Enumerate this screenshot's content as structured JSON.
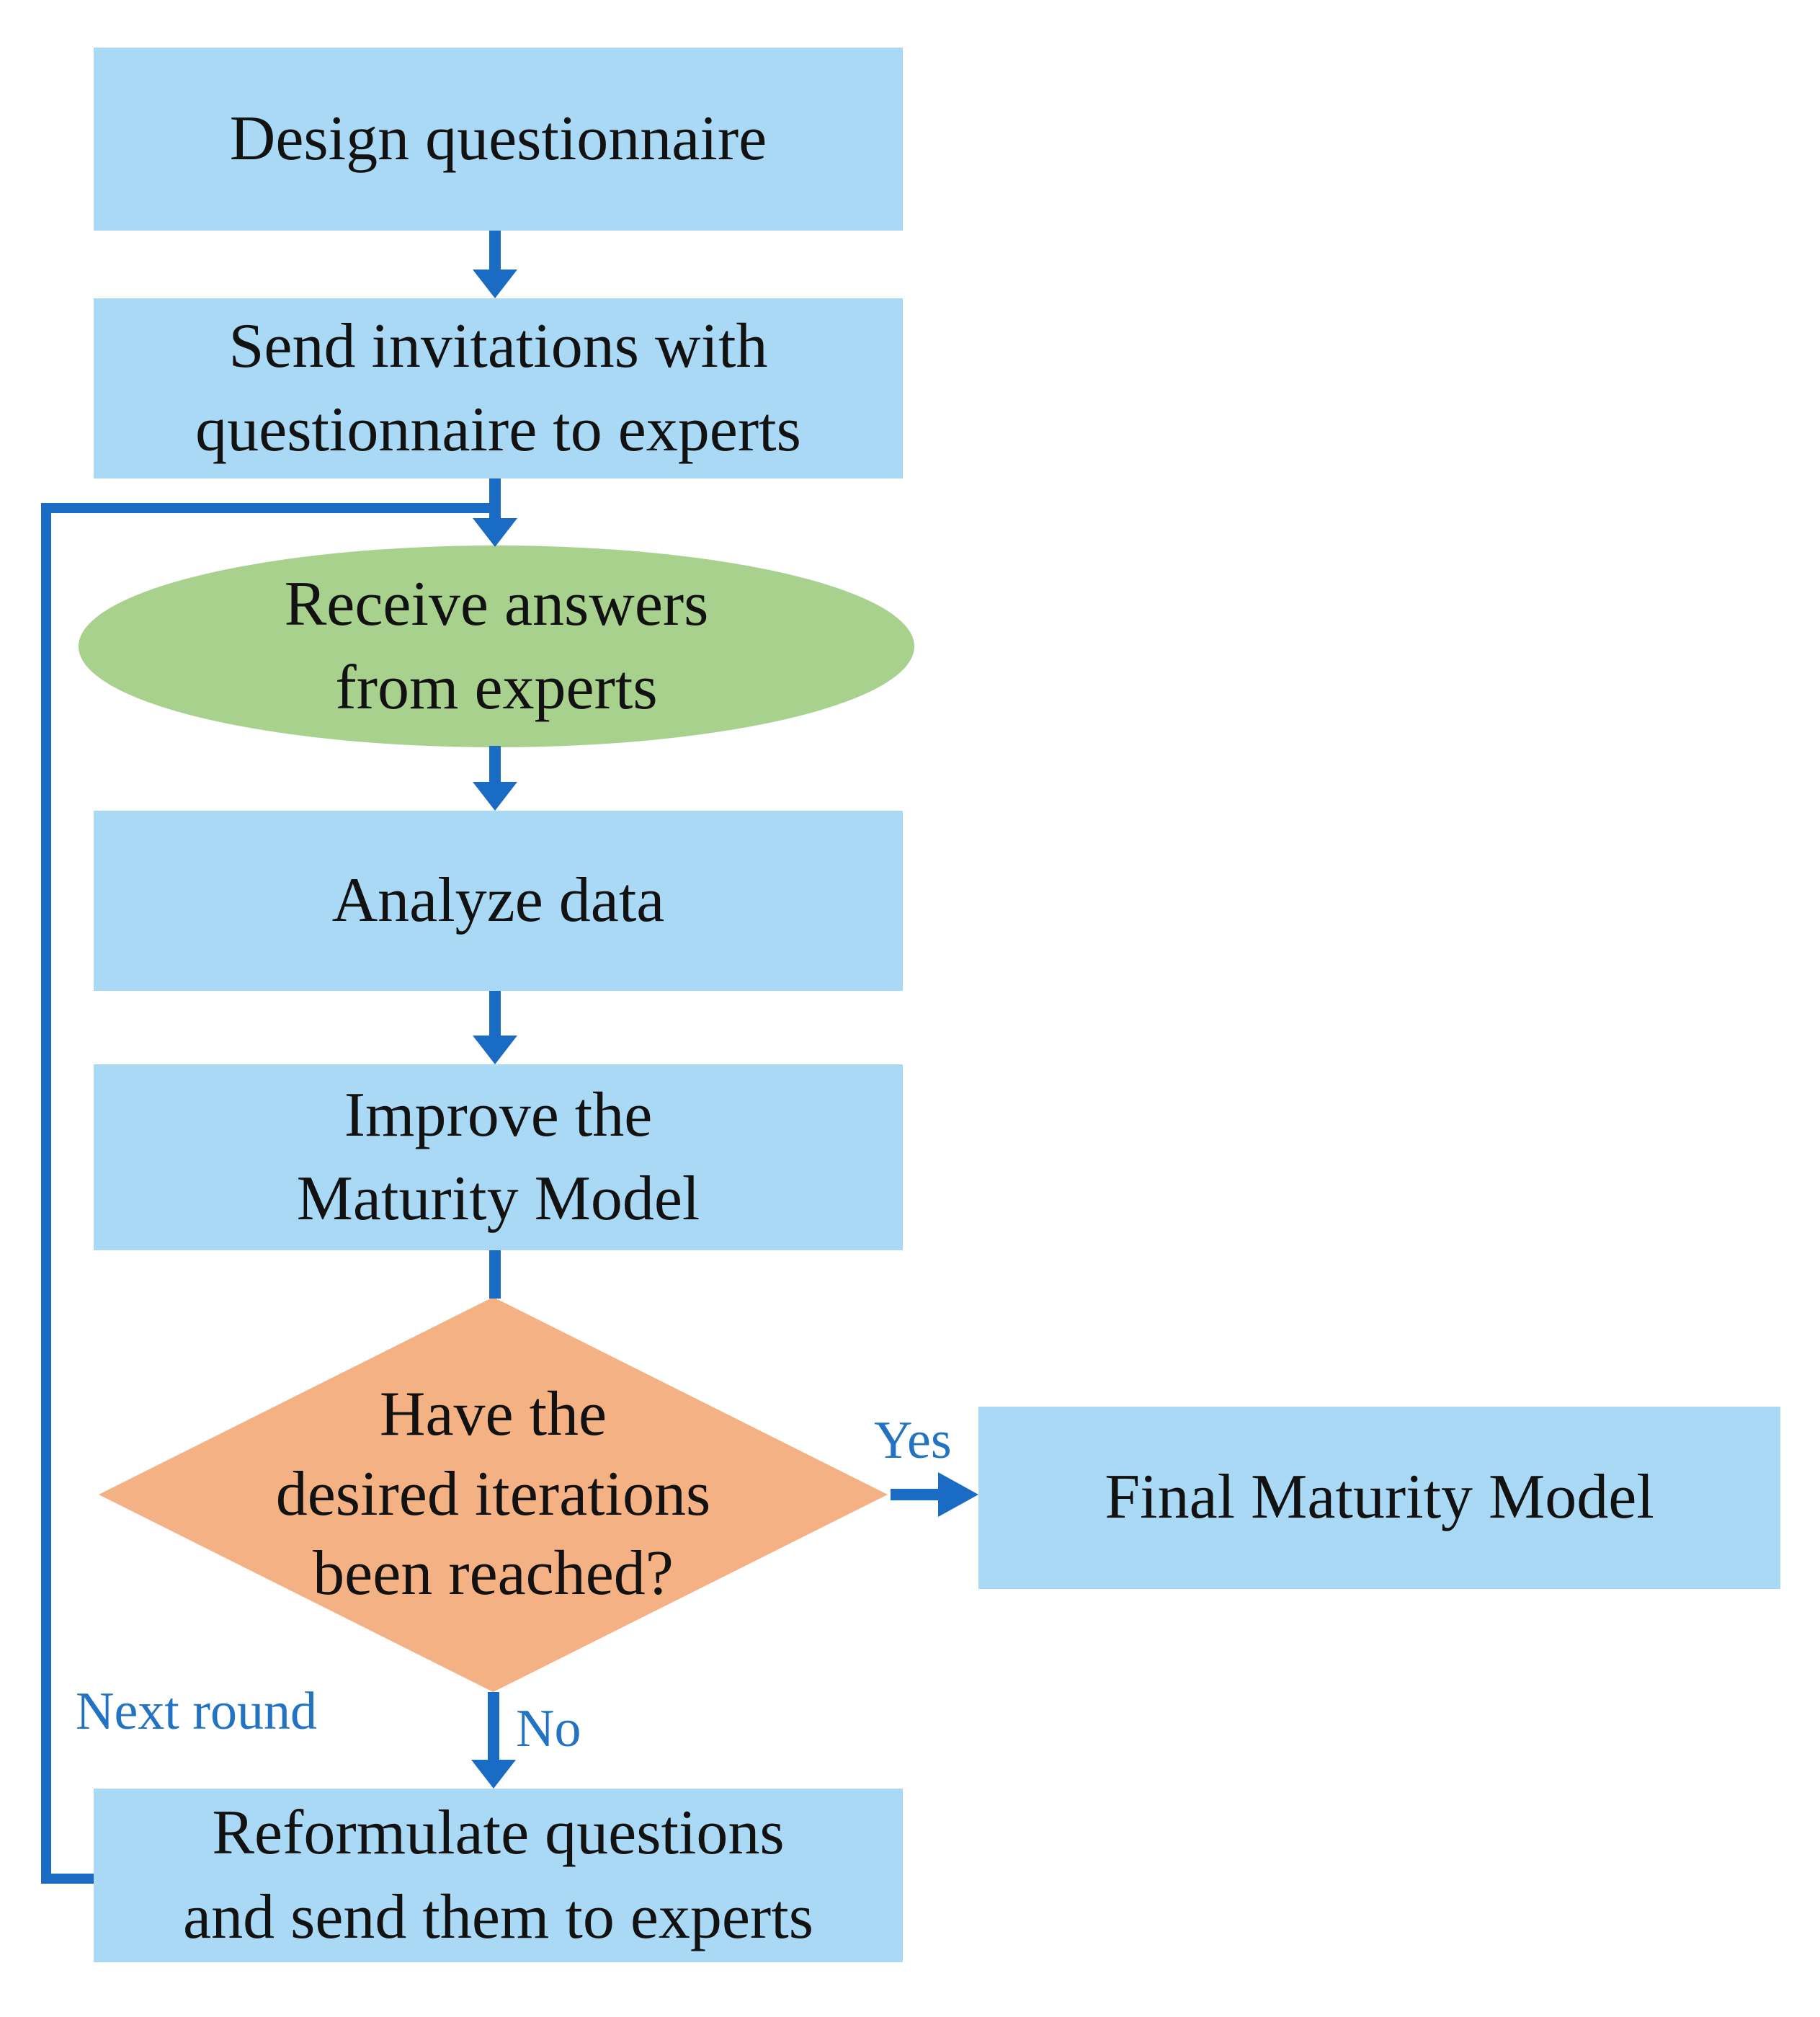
{
  "colors": {
    "process_fill": "#a9d9f4",
    "ellipse_fill": "#a9d18e",
    "diamond_fill": "#f4b183",
    "arrow": "#1a6bc4",
    "label_blue": "#2273c3",
    "ink": "#121212"
  },
  "nodes": {
    "design": {
      "label": "Design questionnaire"
    },
    "send": {
      "label": "Send invitations with\nquestionnaire to experts"
    },
    "receive": {
      "label": "Receive answers\nfrom experts"
    },
    "analyze": {
      "label": "Analyze data"
    },
    "improve": {
      "label": "Improve the\nMaturity Model"
    },
    "decision": {
      "label": "Have the\ndesired iterations\nbeen reached?"
    },
    "final": {
      "label": "Final Maturity Model"
    },
    "reformulate": {
      "label": "Reformulate questions\nand send them to experts"
    }
  },
  "edge_labels": {
    "yes": "Yes",
    "no": "No",
    "next_round": "Next round"
  }
}
